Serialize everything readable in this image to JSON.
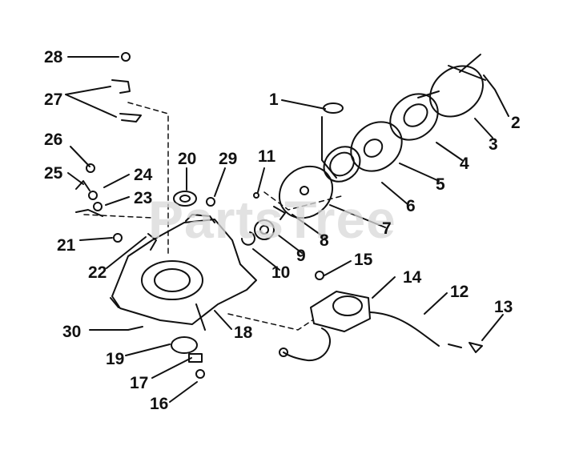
{
  "watermark": {
    "text": "PartsTree"
  },
  "callouts": [
    {
      "id": "1",
      "label": "1"
    },
    {
      "id": "2",
      "label": "2"
    },
    {
      "id": "3",
      "label": "3"
    },
    {
      "id": "4",
      "label": "4"
    },
    {
      "id": "5",
      "label": "5"
    },
    {
      "id": "6",
      "label": "6"
    },
    {
      "id": "7",
      "label": "7"
    },
    {
      "id": "8",
      "label": "8"
    },
    {
      "id": "9",
      "label": "9"
    },
    {
      "id": "10",
      "label": "10"
    },
    {
      "id": "11",
      "label": "11"
    },
    {
      "id": "12",
      "label": "12"
    },
    {
      "id": "13",
      "label": "13"
    },
    {
      "id": "14",
      "label": "14"
    },
    {
      "id": "15",
      "label": "15"
    },
    {
      "id": "16",
      "label": "16"
    },
    {
      "id": "17",
      "label": "17"
    },
    {
      "id": "18",
      "label": "18"
    },
    {
      "id": "19",
      "label": "19"
    },
    {
      "id": "20",
      "label": "20"
    },
    {
      "id": "21",
      "label": "21"
    },
    {
      "id": "22",
      "label": "22"
    },
    {
      "id": "23",
      "label": "23"
    },
    {
      "id": "24",
      "label": "24"
    },
    {
      "id": "25",
      "label": "25"
    },
    {
      "id": "26",
      "label": "26"
    },
    {
      "id": "27",
      "label": "27"
    },
    {
      "id": "28",
      "label": "28"
    },
    {
      "id": "29",
      "label": "29"
    },
    {
      "id": "30",
      "label": "30"
    }
  ]
}
